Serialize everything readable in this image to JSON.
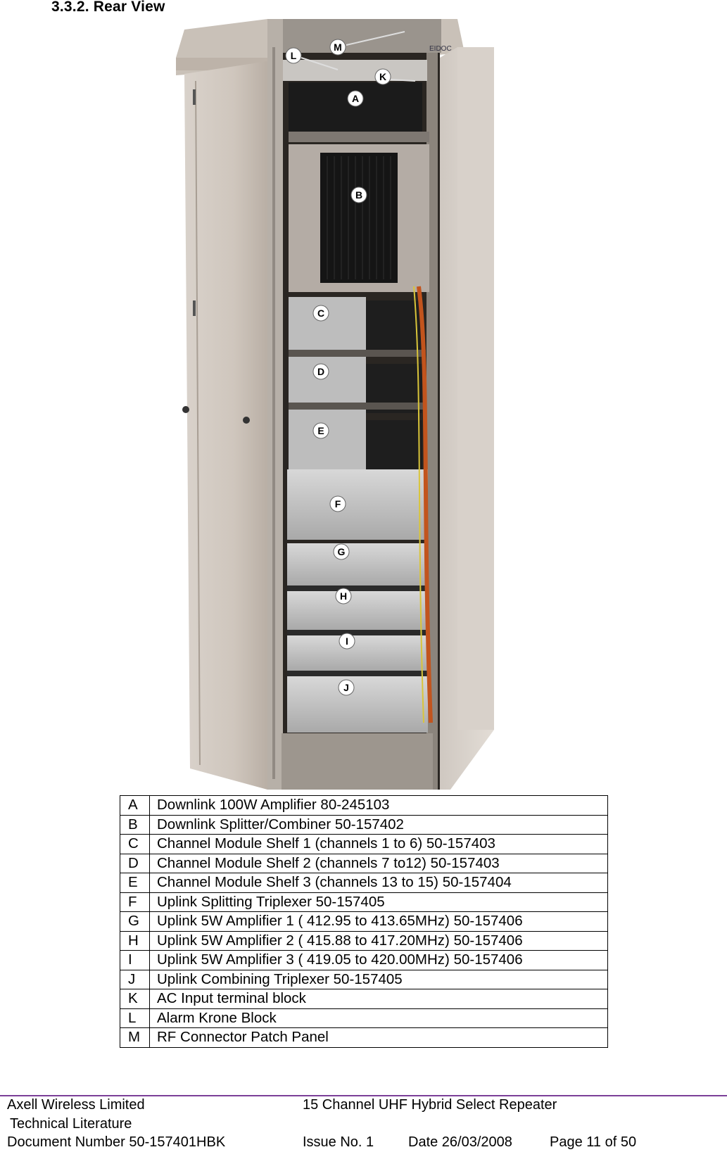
{
  "section_heading": "3.3.2.  Rear View",
  "figure": {
    "callouts": [
      "M",
      "L",
      "K",
      "A",
      "B",
      "C",
      "D",
      "E",
      "F",
      "G",
      "H",
      "I",
      "J"
    ],
    "panel_text": "EIDOC"
  },
  "legend": [
    {
      "key": "A",
      "desc": "Downlink 100W Amplifier 80-245103"
    },
    {
      "key": "B",
      "desc": "Downlink Splitter/Combiner 50-157402"
    },
    {
      "key": "C",
      "desc": "Channel Module Shelf 1 (channels 1 to 6) 50-157403"
    },
    {
      "key": "D",
      "desc": "Channel Module Shelf 2 (channels 7 to12) 50-157403"
    },
    {
      "key": "E",
      "desc": "Channel Module Shelf 3 (channels 13 to 15) 50-157404"
    },
    {
      "key": "F",
      "desc": "Uplink Splitting Triplexer 50-157405"
    },
    {
      "key": "G",
      "desc": "Uplink 5W Amplifier 1 ( 412.95 to 413.65MHz) 50-157406"
    },
    {
      "key": "H",
      "desc": "Uplink 5W Amplifier 2 ( 415.88 to 417.20MHz) 50-157406"
    },
    {
      "key": "I",
      "desc": "Uplink 5W Amplifier 3 ( 419.05 to 420.00MHz) 50-157406"
    },
    {
      "key": "J",
      "desc": "Uplink Combining Triplexer 50-157405"
    },
    {
      "key": "K",
      "desc": "AC Input terminal block"
    },
    {
      "key": "L",
      "desc": "Alarm Krone Block"
    },
    {
      "key": "M",
      "desc": "RF Connector Patch Panel"
    }
  ],
  "footer": {
    "company": "Axell Wireless Limited",
    "dept": "Technical Literature",
    "product": "15 Channel UHF Hybrid Select Repeater",
    "doc_number": "Document Number 50-157401HBK",
    "issue": "Issue No. 1",
    "date": "Date 26/03/2008",
    "page": "Page 11 of 50"
  },
  "colors": {
    "footer_rule": "#7b3f98"
  }
}
